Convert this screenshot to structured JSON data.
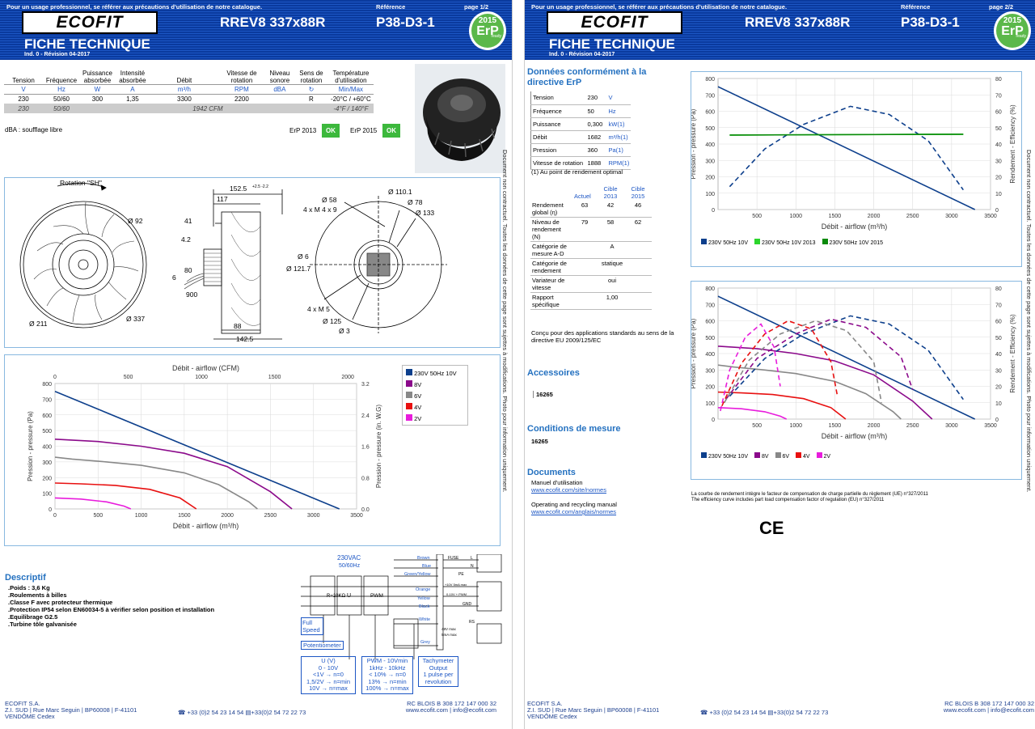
{
  "header": {
    "notice": "Pour un usage professionnel, se référer aux précautions d'utilisation de notre catalogue.",
    "ref_label": "Référence",
    "page1": "page 1/2",
    "page2": "page 2/2",
    "logo": "ECOFIT",
    "title": "FICHE TECHNIQUE",
    "revision": "Ind. 0 - Révision 04-2017",
    "model": "RREV8 337x88R",
    "reference": "P38-D3-1",
    "erp_year": "2015",
    "erp_mark": "ErP",
    "erp_ready": "ready"
  },
  "side_notice": "Document non contractuel. Toutes les données de cette page sont sujettes à modifications. Photo pour information uniquement.",
  "specs": {
    "headers": [
      "Tension",
      "Fréquence",
      "Puissance absorbée",
      "Intensité absorbée",
      "Débit",
      "Vitesse de rotation",
      "Niveau sonore",
      "Sens de rotation",
      "Température d'utilisation"
    ],
    "units": [
      "V",
      "Hz",
      "W",
      "A",
      "m³/h",
      "RPM",
      "dBA",
      "",
      "Min/Max"
    ],
    "row1": [
      "230",
      "50/60",
      "300",
      "1,35",
      "3300",
      "2200",
      "",
      "R",
      "-20°C / +60°C"
    ],
    "row2": [
      "230",
      "50/60",
      "",
      "",
      "1942 CFM",
      "",
      "",
      "",
      "-4°F / 140°F"
    ],
    "dba_note": "dBA : soufflage libre",
    "erp2013": "ErP 2013",
    "erp2015": "ErP 2015",
    "ok": "OK"
  },
  "drawing": {
    "rotation": "Rotation \"SH\"",
    "d92": "Ø 92",
    "d211": "Ø 211",
    "d337": "Ø 337",
    "w152": "152.5",
    "tol": "+2.5 -2.2",
    "w117": "117",
    "l41": "41",
    "l4_2": "4.2",
    "l80": "80",
    "l6": "6",
    "l900": "900",
    "l88": "88",
    "l142": "142.5",
    "d110": "Ø 110.1",
    "d58": "Ø 58",
    "m4x9": "4 x M 4 x 9",
    "d78": "Ø 78",
    "d133": "Ø 133",
    "d6": "Ø 6",
    "d121": "Ø 121.7",
    "m5": "4 x M 5",
    "d125": "Ø 125",
    "d3": "Ø 3"
  },
  "chart_data": [
    {
      "type": "line",
      "title": "",
      "xlabel": "Débit - airflow (m³/h)",
      "x2label": "Débit - airflow (CFM)",
      "ylabel": "Pression - pressure (Pa)",
      "y2label": "Pression - pressure (in. W.G)",
      "xlim": [
        0,
        3500
      ],
      "ylim": [
        0,
        800
      ],
      "x_ticks": [
        0,
        500,
        1000,
        1500,
        2000,
        2500,
        3000,
        3500
      ],
      "x2_ticks": [
        0,
        500,
        1000,
        1500,
        2000
      ],
      "y_ticks": [
        0,
        100,
        200,
        300,
        400,
        500,
        600,
        700,
        800
      ],
      "y2_ticks": [
        "0.0",
        "0.8",
        "1.6",
        "2.4",
        "3.2"
      ],
      "legend_position": "top-right",
      "series": [
        {
          "name": "230V 50Hz 10V",
          "color": "#0d3f8c",
          "x": [
            0,
            3300
          ],
          "y": [
            750,
            0
          ]
        },
        {
          "name": "8V",
          "color": "#8b0a8b",
          "x": [
            0,
            500,
            1000,
            1500,
            2000,
            2500,
            2750
          ],
          "y": [
            445,
            430,
            400,
            355,
            270,
            110,
            0
          ]
        },
        {
          "name": "6V",
          "color": "#888888",
          "x": [
            0,
            200,
            600,
            1000,
            1500,
            1900,
            2250,
            2350
          ],
          "y": [
            330,
            318,
            300,
            278,
            230,
            155,
            45,
            0
          ]
        },
        {
          "name": "4V",
          "color": "#e81010",
          "x": [
            0,
            300,
            700,
            1100,
            1450,
            1640
          ],
          "y": [
            165,
            160,
            150,
            125,
            70,
            0
          ]
        },
        {
          "name": "2V",
          "color": "#e81cdc",
          "x": [
            0,
            300,
            600,
            800,
            880
          ],
          "y": [
            70,
            63,
            45,
            18,
            0
          ]
        }
      ]
    },
    {
      "type": "line",
      "title": "",
      "xlabel": "Débit - airflow (m³/h)",
      "ylabel": "Pression - pressure (Pa)",
      "y2label": "Rendement - Efficiency (%)",
      "xlim": [
        0,
        3500
      ],
      "ylim": [
        0,
        800
      ],
      "y2lim": [
        0,
        80
      ],
      "x_ticks": [
        500,
        1000,
        1500,
        2000,
        2500,
        3000,
        3500
      ],
      "y_ticks": [
        0,
        100,
        200,
        300,
        400,
        500,
        600,
        700,
        800
      ],
      "y2_ticks": [
        0,
        10,
        20,
        30,
        40,
        50,
        60,
        70,
        80
      ],
      "legend_position": "bottom",
      "series": [
        {
          "name": "230V 50Hz 10V",
          "color": "#0d3f8c",
          "x": [
            0,
            3300
          ],
          "y": [
            750,
            0
          ]
        },
        {
          "name": "230V 50Hz 10V eff",
          "color": "#0d3f8c",
          "dashed": true,
          "x": [
            150,
            600,
            1100,
            1700,
            2200,
            2700,
            3150
          ],
          "y2": [
            14,
            37,
            52,
            63,
            58,
            42,
            12
          ]
        },
        {
          "name": "230V 50Hz 10V 2013",
          "color": "#2cd52c",
          "x": [
            150,
            3150
          ],
          "y2": [
            45.5,
            46
          ]
        },
        {
          "name": "230V 50Hz 10V 2015",
          "color": "#0a8a0a",
          "x": [
            150,
            3150
          ],
          "y2": [
            45.5,
            46
          ]
        }
      ]
    },
    {
      "type": "line",
      "title": "",
      "xlabel": "Débit - airflow (m³/h)",
      "ylabel": "Pression - pressure (Pa)",
      "y2label": "Rendement - Efficiency (%)",
      "xlim": [
        0,
        3500
      ],
      "ylim": [
        0,
        800
      ],
      "y2lim": [
        0,
        80
      ],
      "x_ticks": [
        500,
        1000,
        1500,
        2000,
        2500,
        3000,
        3500
      ],
      "y_ticks": [
        0,
        100,
        200,
        300,
        400,
        500,
        600,
        700,
        800
      ],
      "y2_ticks": [
        0,
        10,
        20,
        30,
        40,
        50,
        60,
        70,
        80
      ],
      "legend_position": "bottom",
      "series": [
        {
          "name": "230V 50Hz 10V",
          "color": "#0d3f8c",
          "x": [
            0,
            3300
          ],
          "y": [
            750,
            0
          ]
        },
        {
          "name": "8V",
          "color": "#8b0a8b",
          "x": [
            0,
            500,
            1000,
            1500,
            2000,
            2500,
            2750
          ],
          "y": [
            445,
            430,
            400,
            355,
            270,
            110,
            0
          ]
        },
        {
          "name": "6V",
          "color": "#888888",
          "x": [
            0,
            200,
            600,
            1000,
            1500,
            1900,
            2250,
            2350
          ],
          "y": [
            330,
            318,
            300,
            278,
            230,
            155,
            45,
            0
          ]
        },
        {
          "name": "4V",
          "color": "#e81010",
          "x": [
            0,
            300,
            700,
            1100,
            1450,
            1640
          ],
          "y": [
            165,
            160,
            150,
            125,
            70,
            0
          ]
        },
        {
          "name": "2V",
          "color": "#e81cdc",
          "x": [
            0,
            300,
            600,
            800,
            880
          ],
          "y": [
            70,
            63,
            45,
            18,
            0
          ]
        }
      ]
    }
  ],
  "chart1_legend": [
    "230V 50Hz 10V",
    "8V",
    "6V",
    "4V",
    "2V"
  ],
  "chart2_legend": [
    "230V 50Hz 10V",
    "230V 50Hz 10V 2013",
    "230V 50Hz 10V 2015"
  ],
  "chart3_legend": [
    "230V 50Hz 10V",
    "8V",
    "6V",
    "4V",
    "2V"
  ],
  "descriptif": {
    "title": "Descriptif",
    "items": [
      ".Poids : 3,6 Kg",
      ".Roulements à billes",
      ".Classe F avec protecteur thermique",
      ".Protection IP54 selon EN60034-5 à vérifier selon position et installation",
      ".Equilibrage G2.5",
      ".Turbine tôle galvanisée"
    ]
  },
  "wiring": {
    "supply": "230VAC",
    "freq": "50/60Hz",
    "wires": [
      "Brown",
      "Blue",
      "Green/Yellow",
      "Orange",
      "Yellow",
      "Black",
      "White",
      "Grey"
    ],
    "fuse": "FUSE",
    "l": "L",
    "n": "N",
    "pe": "PE",
    "v10": "+10V 5mA max",
    "pwm_in": "0-10V + PWM",
    "gnd": "GND",
    "rs": "RS",
    "v48": "48V max",
    "ma5": "5mA max",
    "r10k": "R=10KΩ",
    "u": "U",
    "pwm": "PWM",
    "full_speed": "Full Speed",
    "potentiometer": "Potentiometer",
    "u_box": [
      "U (V)",
      "0 - 10V",
      "<1V → n=0",
      "1,5/2V → n=min",
      "10V → n=max"
    ],
    "pwm_box": [
      "PWM - 10Vmin",
      "1kHz - 10kHz",
      "< 10% → n=0",
      "13% → n=min",
      "100% → n=max"
    ],
    "tach_box": [
      "Tachymeter",
      "Output",
      "1 pulse per",
      "revolution"
    ]
  },
  "footer": {
    "company": "ECOFIT S.A.",
    "address": "Z.I. SUD | Rue Marc Seguin | BP60008 | F-41101",
    "city": "VENDÔME Cedex",
    "phone": "+33 (0)2 54 23 14 54",
    "fax": "+33(0)2 54 72 22 73",
    "rc": "RC BLOIS B 308 172 147 000 32",
    "web": "www.ecofit.com | info@ecofit.com"
  },
  "erp_section": {
    "title": "Données conformément à la directive ErP",
    "rows": [
      {
        "k": "Tension",
        "v": "230",
        "u": "V"
      },
      {
        "k": "Fréquence",
        "v": "50",
        "u": "Hz"
      },
      {
        "k": "Puissance",
        "v": "0,300",
        "u": "kW(1)"
      },
      {
        "k": "Débit",
        "v": "1682",
        "u": "m³/h(1)"
      },
      {
        "k": "Pression",
        "v": "360",
        "u": "Pa(1)"
      },
      {
        "k": "Vitesse de rotation",
        "v": "1888",
        "u": "RPM(1)"
      }
    ],
    "note": "(1) Au point de rendement optimal",
    "cols": [
      "Actuel",
      "Cible 2013",
      "Cible 2015"
    ],
    "rend_global": "Rendement global (η)",
    "rend_global_v": [
      "63",
      "42",
      "46"
    ],
    "niveau": "Niveau de rendement (N)",
    "niveau_v": [
      "79",
      "58",
      "62"
    ],
    "cat_mesure": "Catégorie de mesure A-D",
    "cat_mesure_v": "A",
    "cat_rend": "Catégorie de rendement",
    "cat_rend_v": "statique",
    "variateur": "Variateur de vitesse",
    "variateur_v": "oui",
    "rapport": "Rapport spécifique",
    "rapport_v": "1,00",
    "concu": "Conçu pour des applications standards au sens de la directive EU 2009/125/EC"
  },
  "accessoires": {
    "title": "Accessoires",
    "item": "16265"
  },
  "conditions": {
    "title": "Conditions de mesure",
    "item": "16265"
  },
  "documents": {
    "title": "Documents",
    "manual": "Manuel d'utilisation",
    "manual_link": "www.ecofit.com/site/normes",
    "recycle": "Operating and recycling manual",
    "recycle_link": "www.ecofit.com/anglais/normes"
  },
  "eff_note_fr": "La courbe de rendement intègre le facteur de compensation de charge partielle du règlement (UE) n°327/2011",
  "eff_note_en": "The efficiency curve includes part load compensation factor of regulation (EU) n°327/2011",
  "ce": "CE"
}
